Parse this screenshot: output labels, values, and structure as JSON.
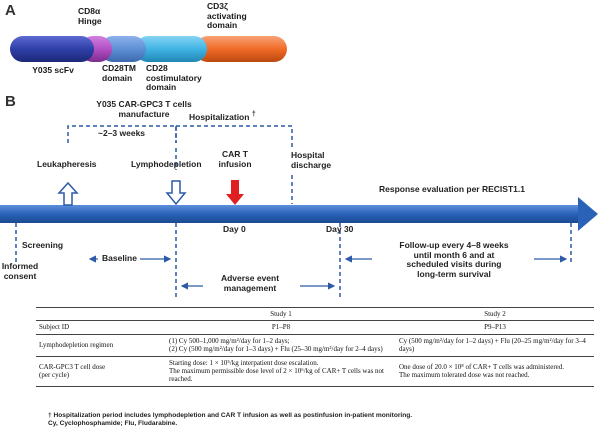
{
  "panel_a": {
    "letter": "A",
    "segments": [
      {
        "name": "Y035 scFv",
        "color": "#2f3fa8"
      },
      {
        "name": "CD8α Hinge",
        "color": "#b24fc4"
      },
      {
        "name": "CD28TM domain",
        "color": "#5e8fd6"
      },
      {
        "name": "CD28 costimulatory domain",
        "color": "#41b4e4"
      },
      {
        "name": "CD3ζ activating domain",
        "color": "#f06b27"
      }
    ],
    "labels": {
      "scfv": "Y035 scFv",
      "cd8a": "CD8α\nHinge",
      "cd28tm": "CD28TM\ndomain",
      "cd28co": "CD28\ncostimulatory\ndomain",
      "cd3z": "CD3ζ\nactivating\ndomain"
    }
  },
  "panel_b": {
    "letter": "B",
    "manufacture": "Y035 CAR-GPC3 T cells\nmanufacture",
    "duration": "~2–3 weeks",
    "hospitalization": "Hospitalization",
    "dagger": "†",
    "leukapheresis": "Leukapheresis",
    "lymphodepletion": "Lymphodepletion",
    "car_t_infusion": "CAR T\ninfusion",
    "hospital_discharge": "Hospital\ndischarge",
    "response": "Response evaluation per RECIST1.1",
    "screening": "Screening",
    "informed_consent": "Informed\nconsent",
    "baseline": "Baseline",
    "day0": "Day 0",
    "day30": "Day 30",
    "adverse": "Adverse event\nmanagement",
    "followup": "Follow-up every 4–8 weeks\nuntil month 6 and at\nscheduled visits during\nlong-term survival",
    "colors": {
      "timeline": "#2a62b8",
      "dashed": "#2b5aa8",
      "infusion_arrow": "#e02020",
      "text_blue": "#1f3f86"
    }
  },
  "table": {
    "headers": [
      "",
      "Study 1",
      "Study 2"
    ],
    "rows": [
      {
        "label": "Subject ID",
        "s1": "P1–P8",
        "s2": "P9–P13"
      },
      {
        "label": "Lymphodepletion regimen",
        "s1": "(1) Cy 500–1,000 mg/m²/day for 1–2 days;\n(2) Cy (500 mg/m²/day for 1–3 days) + Flu (25–30 mg/m²/day for 2–4 days)",
        "s2": "Cy (500 mg/m²/day for 1–2 days) + Flu (20–25 mg/m²/day for 3–4 days)"
      },
      {
        "label": "CAR-GPC3 T cell dose\n(per cycle)",
        "s1": "Starting dose: 1 × 10⁵/kg interpatient dose escalation.\nThe maximum permissible dose level of 2 × 10⁶/kg of CAR+ T cells was not reached.",
        "s2": "One dose of 20.0 × 10⁸ of CAR+ T cells was administered.\nThe maximum tolerated dose was not reached."
      }
    ]
  },
  "footnotes": [
    "† Hospitalization period includes lymphodepletion and CAR T infusion as well as postinfusion in-patient monitoring.",
    "Cy, Cyclophosphamide; Flu, Fludarabine."
  ]
}
